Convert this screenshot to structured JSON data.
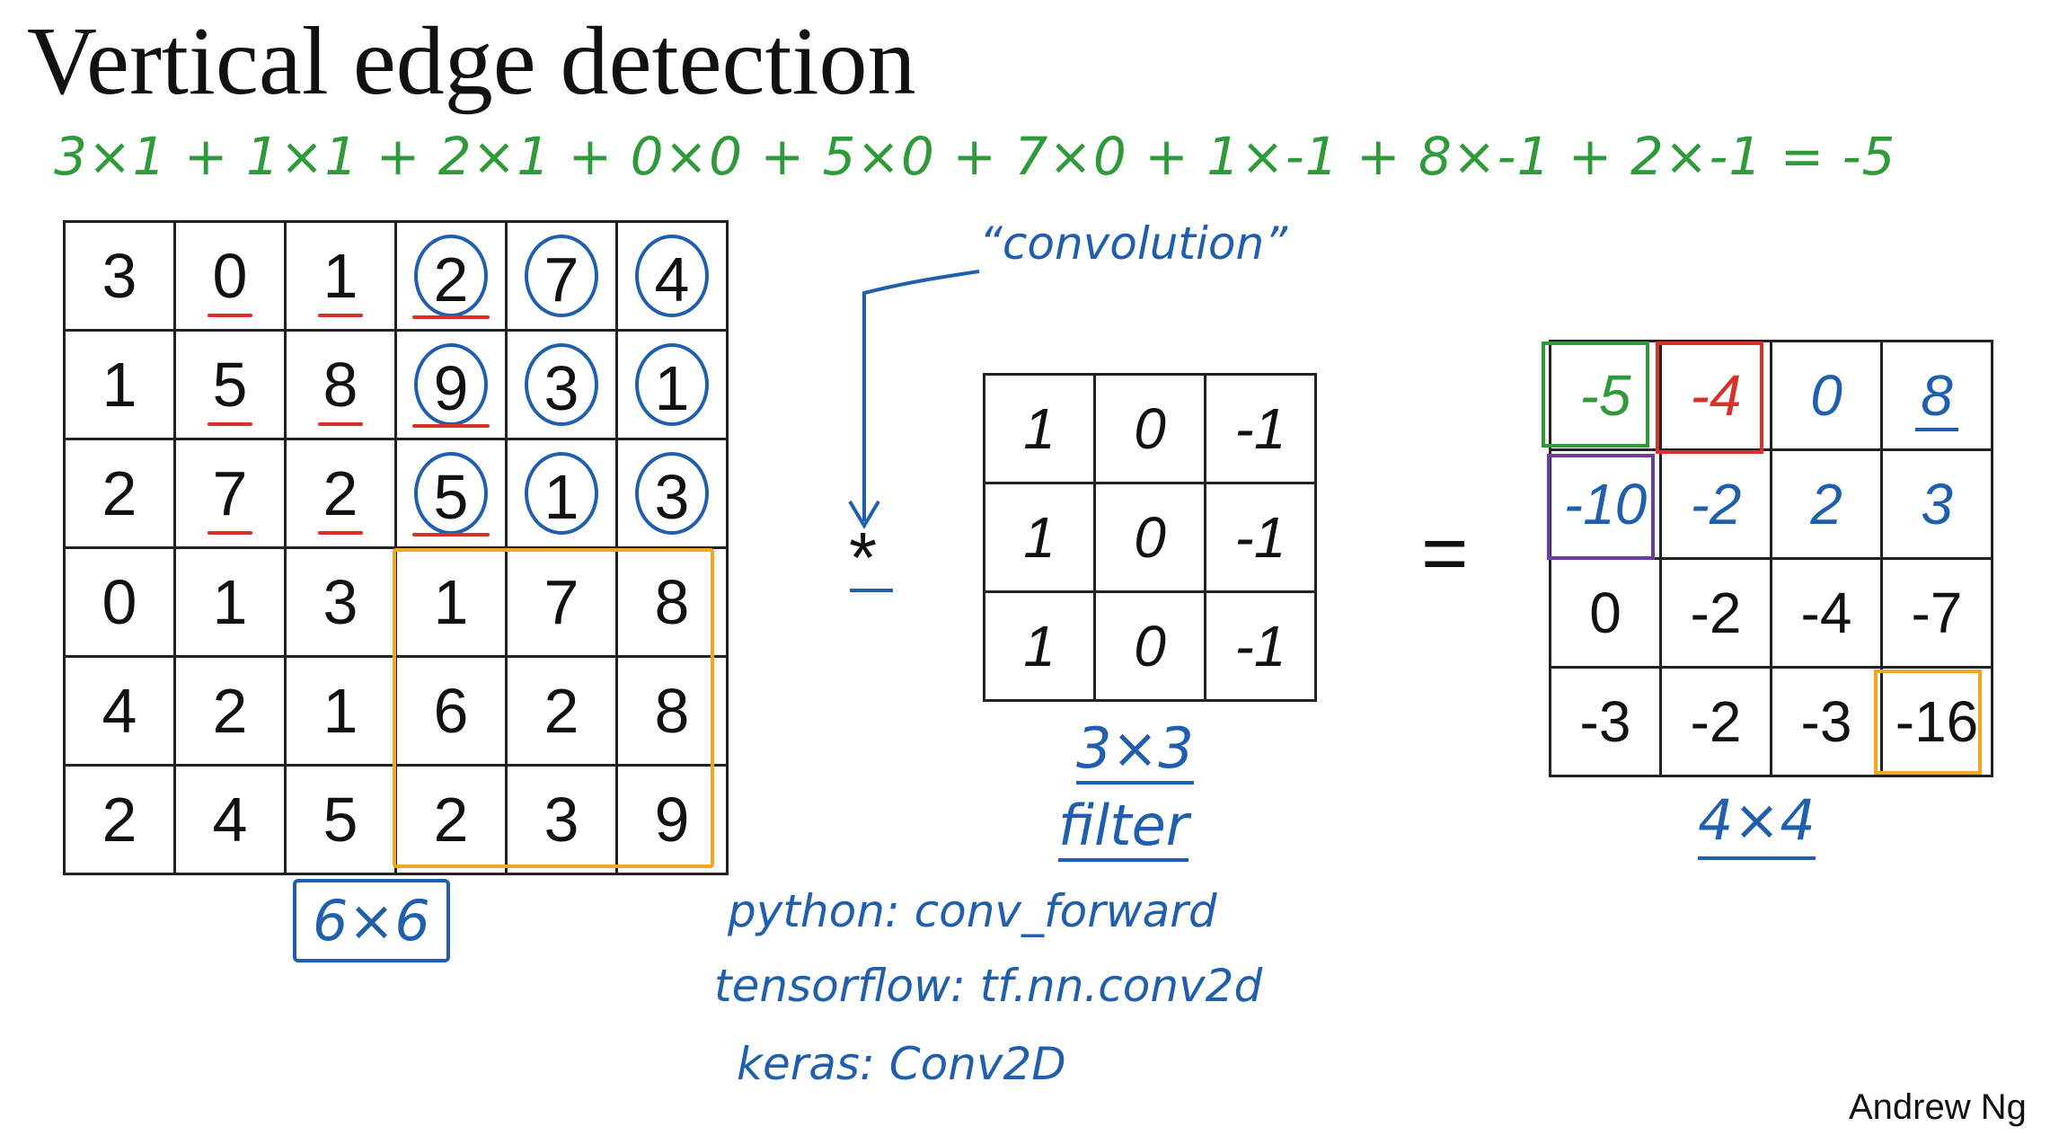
{
  "title": "Vertical edge detection",
  "equation": "3×1 + 1×1 + 2×1 + 0×0 + 5×0 + 7×0 + 1×-1 + 8×-1 + 2×-1 = -5",
  "input_matrix": {
    "rows": [
      [
        "3",
        "0",
        "1",
        "2",
        "7",
        "4"
      ],
      [
        "1",
        "5",
        "8",
        "9",
        "3",
        "1"
      ],
      [
        "2",
        "7",
        "2",
        "5",
        "1",
        "3"
      ],
      [
        "0",
        "1",
        "3",
        "1",
        "7",
        "8"
      ],
      [
        "4",
        "2",
        "1",
        "6",
        "2",
        "8"
      ],
      [
        "2",
        "4",
        "5",
        "2",
        "3",
        "9"
      ]
    ],
    "label": "6×6"
  },
  "filter_matrix": {
    "rows": [
      [
        "1",
        "0",
        "-1"
      ],
      [
        "1",
        "0",
        "-1"
      ],
      [
        "1",
        "0",
        "-1"
      ]
    ],
    "label_dim": "3×3",
    "label_word": "filter"
  },
  "output_matrix": {
    "rows": [
      [
        "-5",
        "-4",
        "0",
        "8"
      ],
      [
        "-10",
        "-2",
        "2",
        "3"
      ],
      [
        "0",
        "-2",
        "-4",
        "-7"
      ],
      [
        "-3",
        "-2",
        "-3",
        "-16"
      ]
    ],
    "label": "4×4"
  },
  "operators": {
    "star": "*",
    "equals": "="
  },
  "annotation": "“convolution”",
  "code": {
    "python": "python: conv_forward",
    "tensorflow": "tensorflow: tf.nn.conv2d",
    "keras": "keras: Conv2D"
  },
  "credit": "Andrew Ng",
  "colors": {
    "green": "#2f9a3a",
    "blue": "#1f5fae",
    "red": "#d9302a",
    "orange": "#f2a623",
    "purple": "#6a3d9a"
  }
}
